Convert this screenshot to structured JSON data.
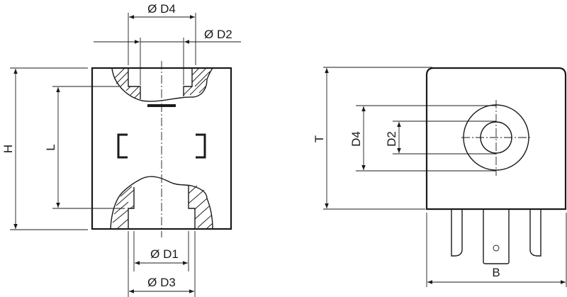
{
  "drawing": {
    "side_view": {
      "labels": {
        "d4": "Ø D4",
        "d2": "Ø D2",
        "d1": "Ø D1",
        "d3": "Ø D3",
        "h": "H",
        "l": "L"
      }
    },
    "front_view": {
      "labels": {
        "t": "T",
        "d4": "D4",
        "d2": "D2",
        "b": "B"
      }
    },
    "colors": {
      "line": "#1a1a1a",
      "background": "#ffffff"
    }
  }
}
